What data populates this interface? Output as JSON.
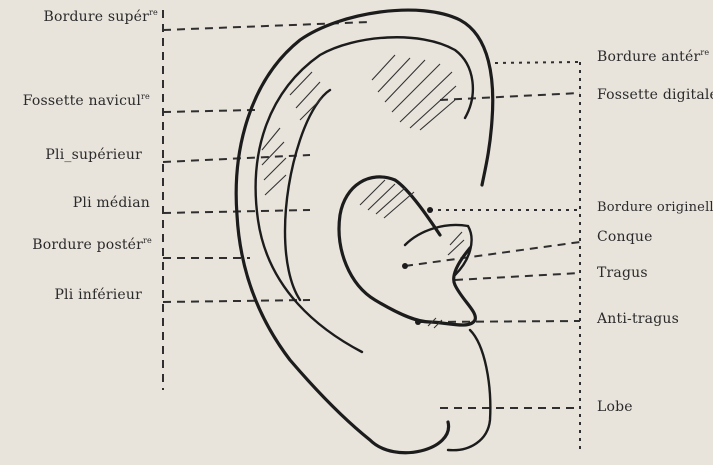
{
  "labels_left": [
    {
      "id": "bordure-superieure",
      "text": "Bordure supér",
      "sup": "re"
    },
    {
      "id": "fossette-naviculaire",
      "text": "Fossette navicul",
      "sup": "re"
    },
    {
      "id": "pli-superieur",
      "text": "Pli_supérieur",
      "sup": ""
    },
    {
      "id": "pli-median",
      "text": "Pli médian",
      "sup": ""
    },
    {
      "id": "bordure-posterieure",
      "text": "Bordure postér",
      "sup": "re"
    },
    {
      "id": "pli-inferieur",
      "text": "Pli inférieur",
      "sup": ""
    }
  ],
  "labels_right": [
    {
      "id": "bordure-anterieure",
      "text": "Bordure antér",
      "sup": "re"
    },
    {
      "id": "fossette-digitale",
      "text": "Fossette digitale",
      "sup": ""
    },
    {
      "id": "bordure-originelle",
      "text": "Bordure originelle",
      "sup": ""
    },
    {
      "id": "conque",
      "text": "Conque",
      "sup": ""
    },
    {
      "id": "tragus",
      "text": "Tragus",
      "sup": ""
    },
    {
      "id": "anti-tragus",
      "text": "Anti-tragus",
      "sup": ""
    },
    {
      "id": "lobe",
      "text": "Lobe",
      "sup": ""
    }
  ]
}
